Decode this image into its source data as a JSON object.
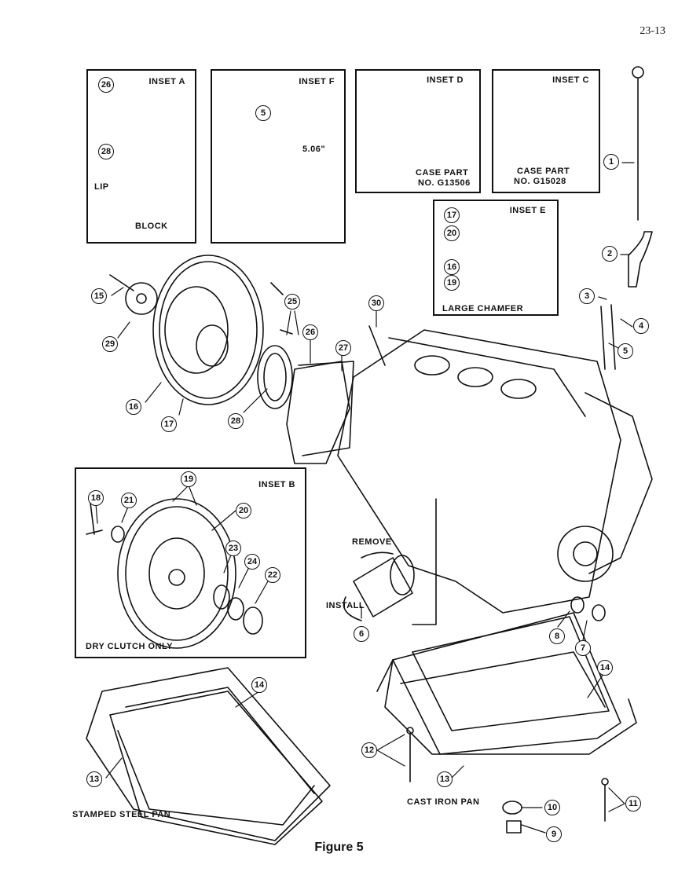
{
  "page_number": "23-13",
  "figure_caption": "Figure 5",
  "insets": {
    "a": {
      "title": "INSET A",
      "lip": "LIP",
      "block": "BLOCK"
    },
    "f": {
      "title": "INSET F",
      "dimension": "5.06\""
    },
    "d": {
      "title": "INSET D",
      "case_part": "CASE PART",
      "part_no": "NO. G13506"
    },
    "c": {
      "title": "INSET C",
      "case_part": "CASE PART",
      "part_no": "NO. G15028"
    },
    "e": {
      "title": "INSET E",
      "large_chamfer": "LARGE CHAMFER"
    },
    "b": {
      "title": "INSET B",
      "dry_clutch": "DRY CLUTCH ONLY"
    }
  },
  "labels": {
    "remove": "REMOVE",
    "install": "INSTALL",
    "stamped_pan": "STAMPED STEEL PAN",
    "cast_pan": "CAST IRON PAN"
  },
  "callouts": {
    "c1": "1",
    "c2": "2",
    "c3": "3",
    "c4": "4",
    "c5": "5",
    "c6": "6",
    "c7": "7",
    "c8": "8",
    "c9": "9",
    "c10": "10",
    "c11": "11",
    "c12": "12",
    "c13": "13",
    "c14": "14",
    "c15": "15",
    "c16": "16",
    "c17": "17",
    "c18": "18",
    "c19": "19",
    "c20": "20",
    "c21": "21",
    "c22": "22",
    "c23": "23",
    "c24": "24",
    "c25": "25",
    "c26": "26",
    "c27": "27",
    "c28": "28",
    "c29": "29",
    "c30": "30"
  }
}
